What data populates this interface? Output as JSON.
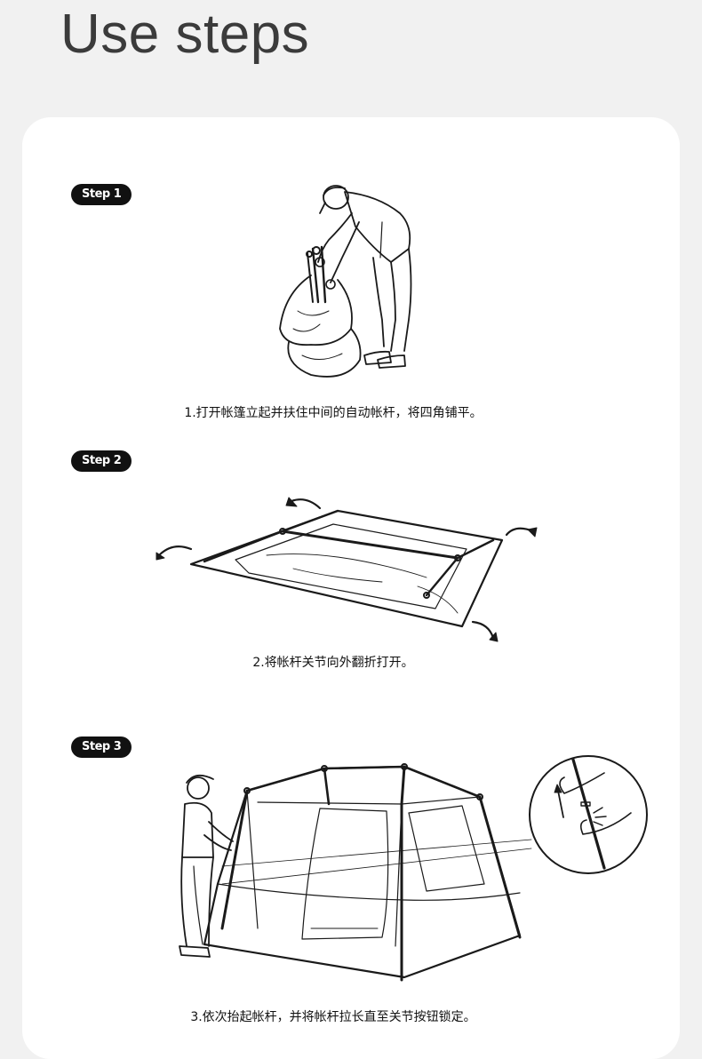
{
  "page": {
    "title": "Use steps"
  },
  "steps": [
    {
      "badge": "Step 1",
      "caption": "1.打开帐篷立起并扶住中间的自动帐杆，将四角铺平。"
    },
    {
      "badge": "Step 2",
      "caption": "2.将帐杆关节向外翻折打开。"
    },
    {
      "badge": "Step 3",
      "caption": "3.依次抬起帐杆，并将帐杆拉长直至关节按钮锁定。"
    }
  ],
  "colors": {
    "page_background": "#f1f1f1",
    "card_background": "#ffffff",
    "title_text": "#3b3b3b",
    "badge_background": "#111111",
    "badge_text": "#ffffff",
    "line_art": "#1a1a1a"
  },
  "icons": [
    "arrow-curved-icon",
    "arrow-up-icon",
    "lock-click-icon"
  ]
}
